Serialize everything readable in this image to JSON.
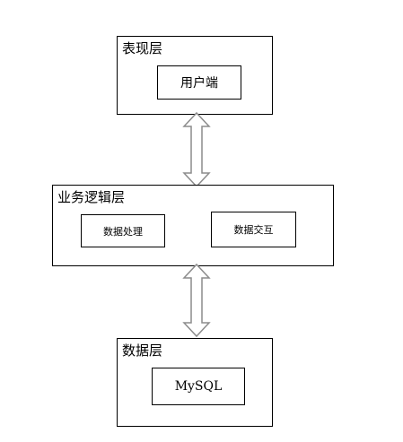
{
  "presentation_layer": {
    "title": "表现层",
    "client": "用户端"
  },
  "business_layer": {
    "title": "业务逻辑层",
    "data_processing": "数据处理",
    "data_interaction": "数据交互"
  },
  "data_layer": {
    "title": "数据层",
    "database": "MySQL"
  },
  "colors": {
    "stroke": "#000000",
    "arrow_fill": "#ffffff",
    "arrow_stroke": "#8c8c8c"
  }
}
